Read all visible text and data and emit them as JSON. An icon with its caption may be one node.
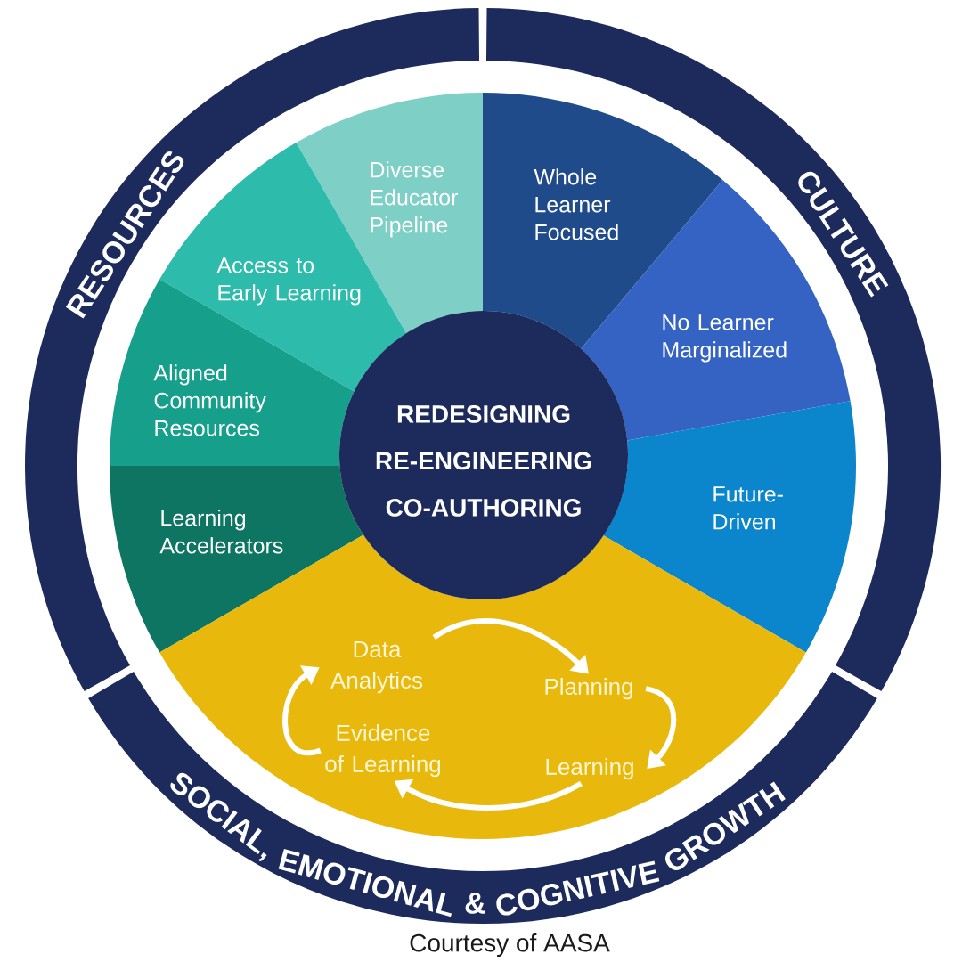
{
  "diagram": {
    "nodes": [
      {
        "text": [
          "RESOURCES"
        ]
      },
      {
        "text": [
          "CULTURE"
        ]
      },
      {
        "text": [
          "SOCIAL, EMOTIONAL & COGNITIVE GROWTH"
        ]
      },
      {
        "text": [
          "Diverse Educator Pipeline"
        ]
      },
      {
        "text": [
          "Access to Early Learning"
        ]
      },
      {
        "text": [
          "Aligned Community Resources"
        ]
      },
      {
        "text": [
          "Learning Accelerators"
        ]
      },
      {
        "text": [
          "Whole Learner Focused"
        ]
      },
      {
        "text": [
          "No Learner Marginalized"
        ]
      },
      {
        "text": [
          "Future-Driven"
        ]
      },
      {
        "text": [
          "REDESIGNING",
          "RE-ENGINEERING",
          "CO-AUTHORING"
        ]
      },
      {
        "text": [],
        "shape": "wedge"
      },
      {
        "text": [
          "Data Analytics"
        ],
        "in": 11
      },
      {
        "text": [
          "Planning"
        ],
        "in": 11
      },
      {
        "text": [
          "Learning"
        ],
        "in": 11
      },
      {
        "text": [
          "Evidence of Learning"
        ],
        "in": 11
      }
    ],
    "edges": [
      {
        "from": 12,
        "to": 13,
        "arrow": "to"
      },
      {
        "from": 13,
        "to": 14,
        "arrow": "to"
      },
      {
        "from": 14,
        "to": 15,
        "arrow": "to"
      },
      {
        "from": 15,
        "to": 12,
        "arrow": "to"
      }
    ],
    "caption": "Courtesy of AASA"
  }
}
